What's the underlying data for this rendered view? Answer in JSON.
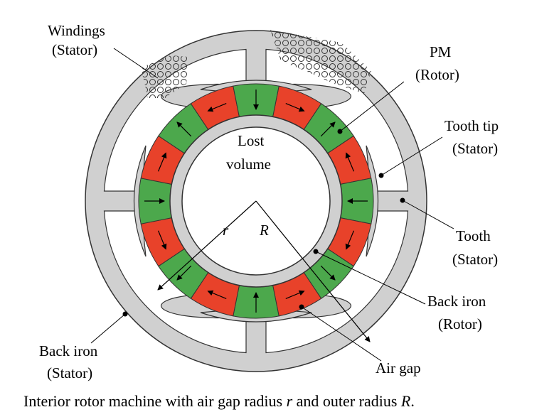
{
  "labels": {
    "windings_l1": "Windings",
    "windings_l2": "(Stator)",
    "pm_l1": "PM",
    "pm_l2": "(Rotor)",
    "toothtip_l1": "Tooth tip",
    "toothtip_l2": "(Stator)",
    "tooth_l1": "Tooth",
    "tooth_l2": "(Stator)",
    "backiron_rotor_l1": "Back iron",
    "backiron_rotor_l2": "(Rotor)",
    "airgap": "Air gap",
    "backiron_stator_l1": "Back iron",
    "backiron_stator_l2": "(Stator)",
    "lost_l1": "Lost",
    "lost_l2": "volume",
    "r": "r",
    "R": "R"
  },
  "caption": {
    "part1": "Interior rotor machine with air gap radius ",
    "r": "r",
    "part2": " and outer radius ",
    "R": "R",
    "part3": "."
  },
  "colors": {
    "iron": "#d0d0d0",
    "magnet_red": "#e8422a",
    "magnet_green": "#4ca84c",
    "outline": "#333333",
    "background": "#ffffff"
  },
  "magnets": {
    "count": 16
  }
}
